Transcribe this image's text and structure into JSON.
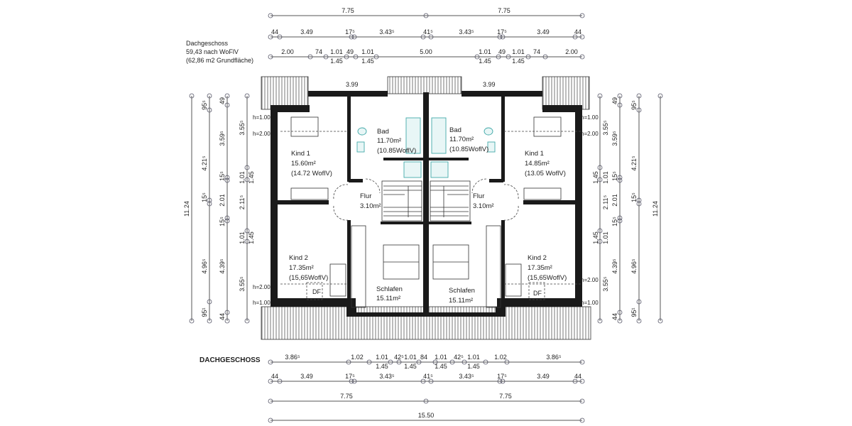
{
  "info": {
    "title": "Dachgeschoss",
    "area_wofiv": "59,43 nach WoFlV",
    "area_gross": "(62,86 m2 Grundfläche)"
  },
  "floor_label": "DACHGESCHOSS",
  "top_dims": {
    "row1": [
      "7.75",
      "7.75"
    ],
    "row2": [
      "44",
      "3.49",
      "17⁵",
      "3.43⁵",
      "41⁵",
      "3.43⁵",
      "17⁵",
      "3.49",
      "44"
    ],
    "row3": [
      "2.00",
      "74",
      "1.01",
      "1.45",
      "49",
      "1.01",
      "1.45",
      "5.00",
      "1.01",
      "1.45",
      "49",
      "1.01",
      "1.45",
      "74",
      "2.00"
    ]
  },
  "bottom_dims": {
    "row1": [
      "3.86⁵",
      "1.02",
      "1.01",
      "1.45",
      "42⁵",
      "1.01",
      "1.45",
      "84",
      "1.01",
      "1.45",
      "42⁵",
      "1.01",
      "1.45",
      "1.02",
      "3.86⁵"
    ],
    "row2": [
      "44",
      "3.49",
      "17⁵",
      "3.43⁵",
      "41⁵",
      "3.43⁵",
      "17⁵",
      "3.49",
      "44"
    ],
    "row3": [
      "7.75",
      "7.75"
    ],
    "row4": [
      "15.50"
    ]
  },
  "side_dims": {
    "total": "11.24",
    "outer": [
      "95¹",
      "4.96⁵",
      "15⁵",
      "4.21⁵",
      "95⁵"
    ],
    "middle": [
      "44",
      "4.39⁵",
      "15⁵",
      "2.01",
      "15⁵",
      "3.59⁵",
      "49"
    ],
    "inner": [
      "3.55⁵",
      "1.01",
      "1.45",
      "2.11⁵",
      "1.01",
      "1.45",
      "3.55⁵"
    ]
  },
  "inner_wall_dims": [
    "3.99",
    "3.99"
  ],
  "heights": {
    "h1": "h=1.00",
    "h2": "h=2.00"
  },
  "skylight": "DF",
  "rooms": {
    "left": {
      "kind1": {
        "name": "Kind 1",
        "area": "15.60m²",
        "wofiv": "(14.72 WoflV)"
      },
      "bad": {
        "name": "Bad",
        "area": "11.70m²",
        "wofiv": "(10.85WoflV)"
      },
      "flur": {
        "name": "Flur",
        "area": "3.10m²"
      },
      "kind2": {
        "name": "Kind 2",
        "area": "17.35m²",
        "wofiv": "(15,65WoflV)"
      },
      "schlafen": {
        "name": "Schlafen",
        "area": "15.11m²"
      }
    },
    "right": {
      "kind1": {
        "name": "Kind 1",
        "area": "14.85m²",
        "wofiv": "(13.05 WoflV)"
      },
      "bad": {
        "name": "Bad",
        "area": "11.70m²",
        "wofiv": "(10.85WoflV)"
      },
      "flur": {
        "name": "Flur",
        "area": "3.10m²"
      },
      "kind2": {
        "name": "Kind 2",
        "area": "17.35m²",
        "wofiv": "(15,65WoflV)"
      },
      "schlafen": {
        "name": "Schlafen",
        "area": "15.11m²"
      }
    }
  },
  "colors": {
    "walls": "#1a1a1a",
    "sanitary": "#44aaaa",
    "dimension": "#555555"
  }
}
